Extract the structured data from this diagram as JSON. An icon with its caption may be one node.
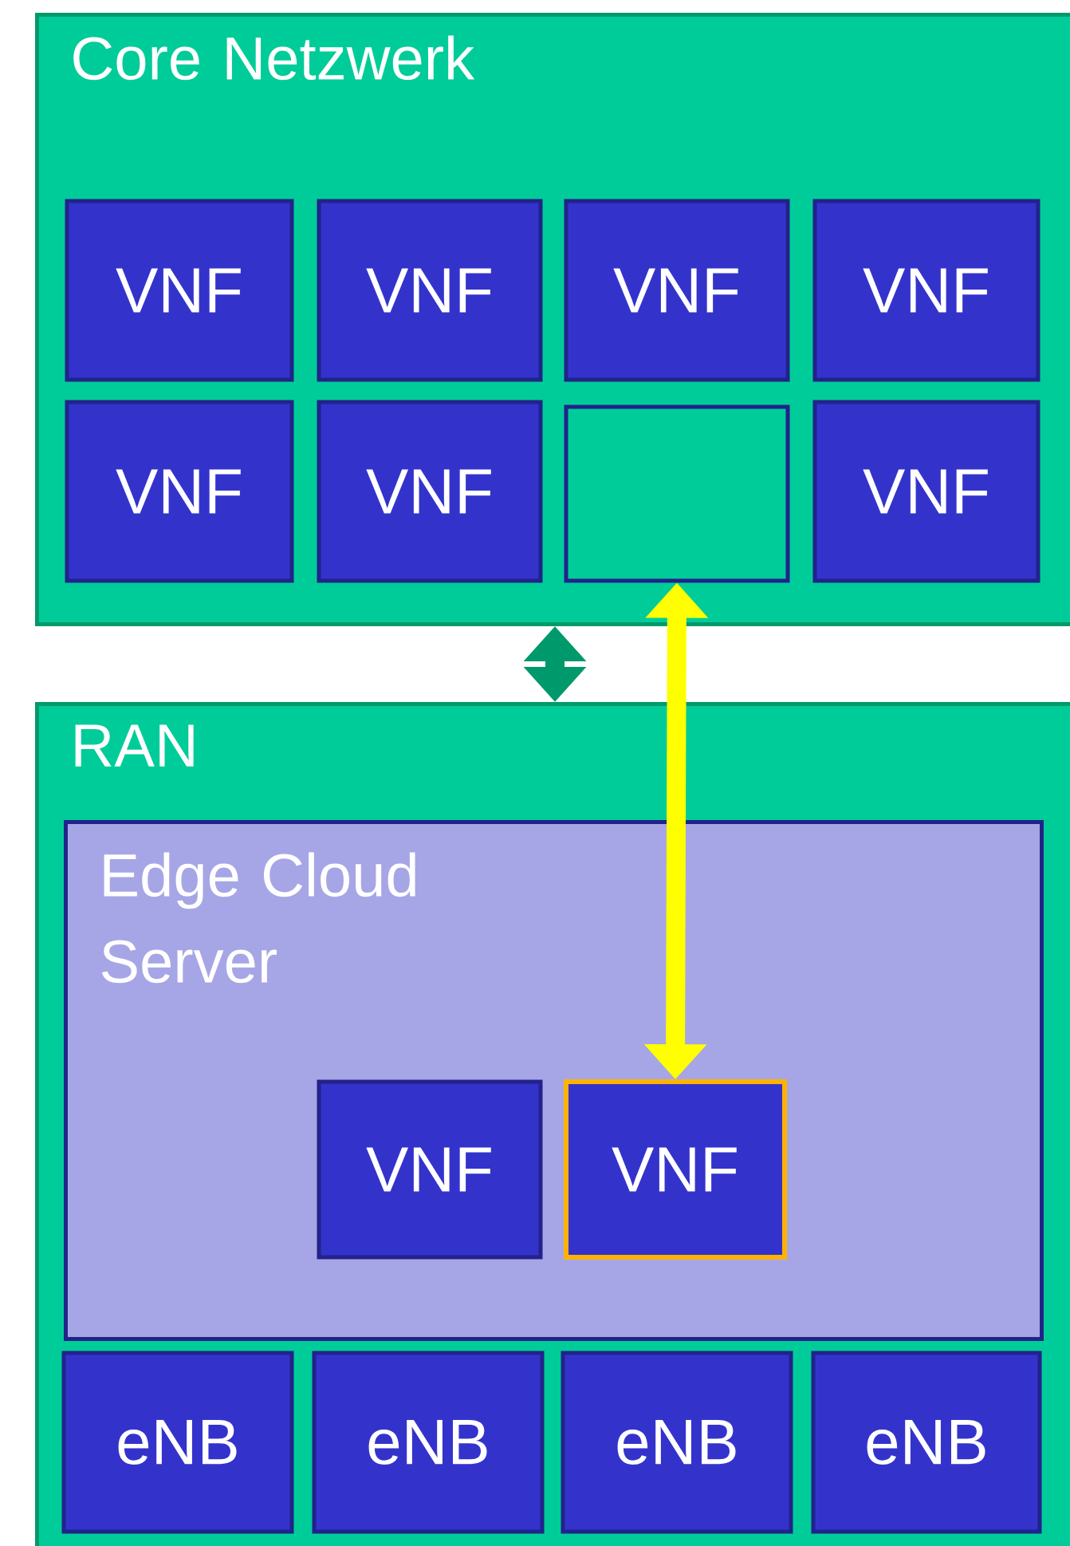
{
  "diagram": {
    "nodes": [
      {
        "text": [
          "Core Netzwerk"
        ]
      },
      {
        "text": [
          "VNF"
        ],
        "in": 0
      },
      {
        "text": [
          "VNF"
        ],
        "in": 0
      },
      {
        "text": [
          "VNF"
        ],
        "in": 0
      },
      {
        "text": [
          "VNF"
        ],
        "in": 0
      },
      {
        "text": [
          "VNF"
        ],
        "in": 0
      },
      {
        "text": [
          "VNF"
        ],
        "in": 0
      },
      {
        "text": [],
        "shape": "box",
        "in": 0
      },
      {
        "text": [
          "VNF"
        ],
        "in": 0
      },
      {
        "text": [
          "RAN"
        ]
      },
      {
        "text": [
          "Edge Cloud Server"
        ],
        "in": 9
      },
      {
        "text": [
          "VNF"
        ],
        "in": 10
      },
      {
        "text": [
          "VNF"
        ],
        "in": 10
      },
      {
        "text": [
          "eNB"
        ],
        "in": 9
      },
      {
        "text": [
          "eNB"
        ],
        "in": 9
      },
      {
        "text": [
          "eNB"
        ],
        "in": 9
      },
      {
        "text": [
          "eNB"
        ],
        "in": 9
      }
    ],
    "edges": [
      {
        "from": 0,
        "to": 9,
        "arrow": "both",
        "color": "#00996b"
      },
      {
        "from": 7,
        "to": 12,
        "arrow": "both",
        "color": "#ffff00"
      }
    ]
  }
}
